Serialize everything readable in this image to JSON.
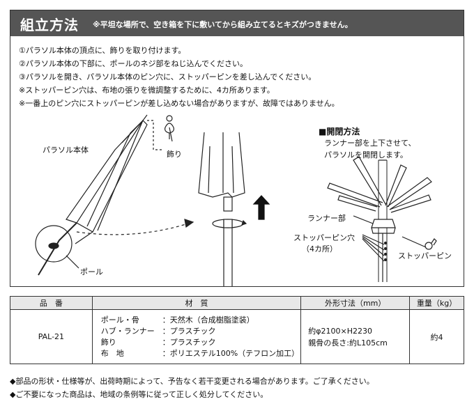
{
  "header": {
    "title": "組立方法",
    "note": "※平坦な場所で、空き箱を下に敷いてから組み立てるとキズがつきません。"
  },
  "steps": [
    "①パラソル本体の頂点に、飾りを取り付けます。",
    "②パラソル本体の下部に、ポールのネジ部をねじ込んでください。",
    "③パラソルを開き、パラソル本体のピン穴に、ストッパーピンを差し込んでください。",
    "※ストッパーピン穴は、布地の張りを微調整するために、4カ所あります。",
    "※一番上のピン穴にストッパーピンが差し込めない場合がありますが、故障ではありません。"
  ],
  "diagram_labels": {
    "parasol_body": "パラソル本体",
    "ornament": "飾り",
    "pole": "ポール",
    "runner": "ランナー部",
    "stopper_hole": "ストッパーピン穴",
    "stopper_hole_count": "（4カ所）",
    "stopper_pin": "ストッパーピン"
  },
  "open_close": {
    "title": "■開閉方法",
    "lines": [
      "ランナー部を上下させて、",
      "パラソルを開閉します。"
    ]
  },
  "spec_table": {
    "headers": [
      "品　番",
      "材　質",
      "外形寸法（mm）",
      "重量（kg）"
    ],
    "product_code": "PAL-21",
    "materials": [
      {
        "part": "ポール・骨",
        "material": "：天然木（合成樹脂塗装）"
      },
      {
        "part": "ハブ・ランナー",
        "material": "：プラスチック"
      },
      {
        "part": "飾り",
        "material": "：プラスチック"
      },
      {
        "part": "布　地",
        "material": "：ポリエステル100%（テフロン加工）"
      }
    ],
    "dimensions": [
      "約φ2100×H2230",
      "親骨の長さ:約L105cm"
    ],
    "weight": "約4"
  },
  "footnotes": [
    "◆部品の形状・仕様等が、出荷時期によって、予告なく若干変更される場合があります。ご了承ください。",
    "◆ご不要になった商品は、地域の条例等に従って正しく処分してください。"
  ]
}
